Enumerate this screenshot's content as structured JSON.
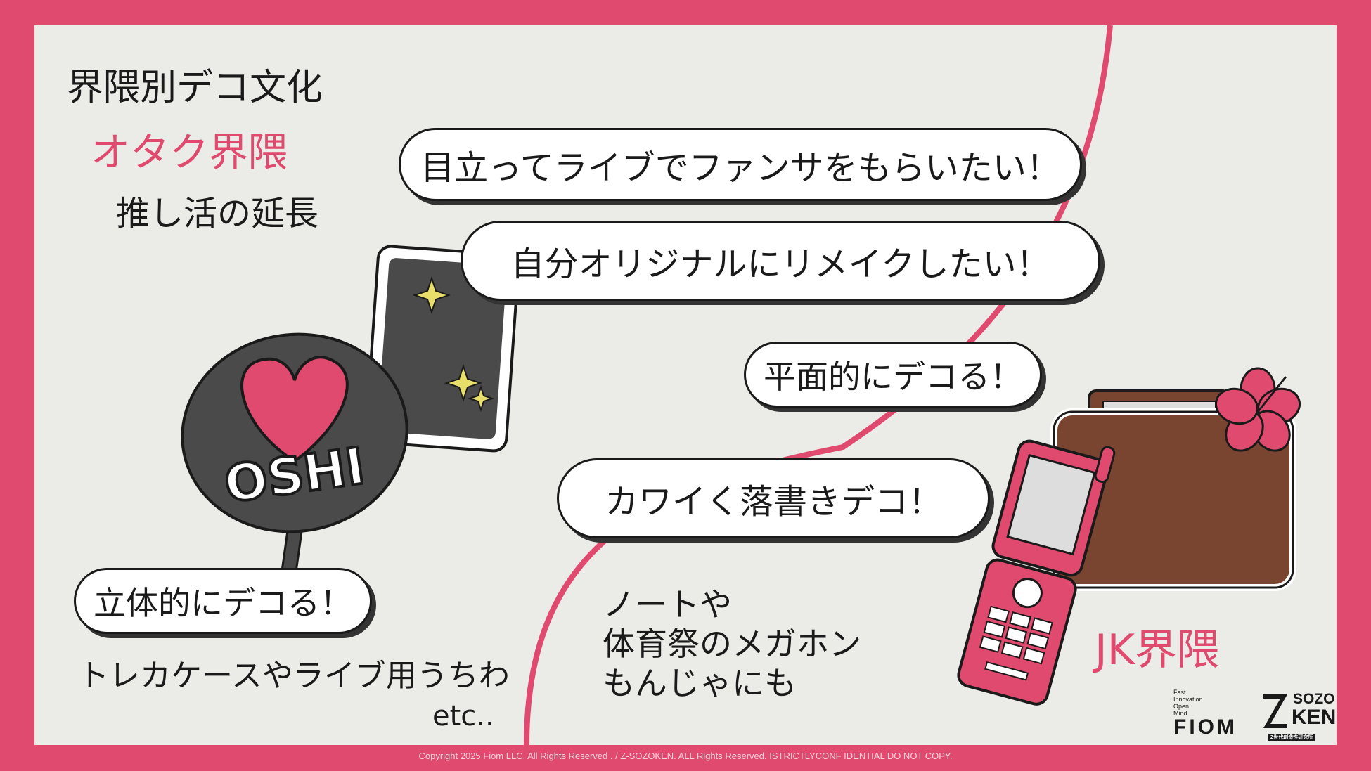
{
  "title": "界隈別デコ文化",
  "otaku": {
    "heading": "オタク界隈",
    "subheading": "推し活の延長",
    "bubbles": [
      "目立ってライブでファンサをもらいたい！",
      "自分オリジナルにリメイクしたい！",
      "立体的にデコる！"
    ],
    "examples": "トレカケースやライブ用うちわ",
    "etc": "etc..",
    "uchiwa_text": "OSHI"
  },
  "jk": {
    "heading": "JK界隈",
    "bubbles": [
      "平面的にデコる！",
      "カワイく落書きデコ！"
    ],
    "examples": [
      "ノートや",
      "体育祭のメガホン",
      "もんじゃにも"
    ]
  },
  "logos": {
    "fiom_tagline": [
      "Fast",
      "Innovation",
      "Open",
      "Mind"
    ],
    "fiom": "FIOM",
    "sozoken": [
      "SOZO",
      "KEN"
    ],
    "sozoken_sub": "Z世代創造性研究所"
  },
  "copyright": "Copyright 2025 Fiom LLC. All Rights Reserved . / Z-SOZOKEN. ALL Rights Reserved. ISTRICTLYCONF IDENTIAL DO NOT COPY.",
  "colors": {
    "accent": "#e04a6e",
    "background": "#ebebe7",
    "card": "#4a4a4a",
    "folder": "#7a4530"
  }
}
